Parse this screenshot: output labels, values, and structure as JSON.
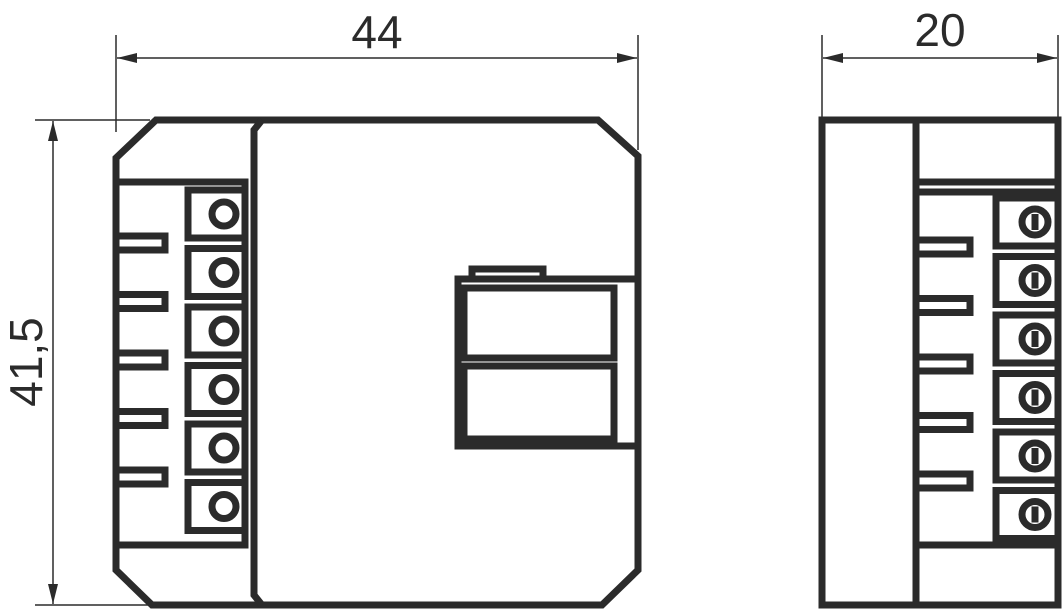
{
  "dimensions": {
    "width": "44",
    "height": "41,5",
    "depth": "20"
  },
  "terminal_count": 6,
  "line_color": "#2b2b2b"
}
